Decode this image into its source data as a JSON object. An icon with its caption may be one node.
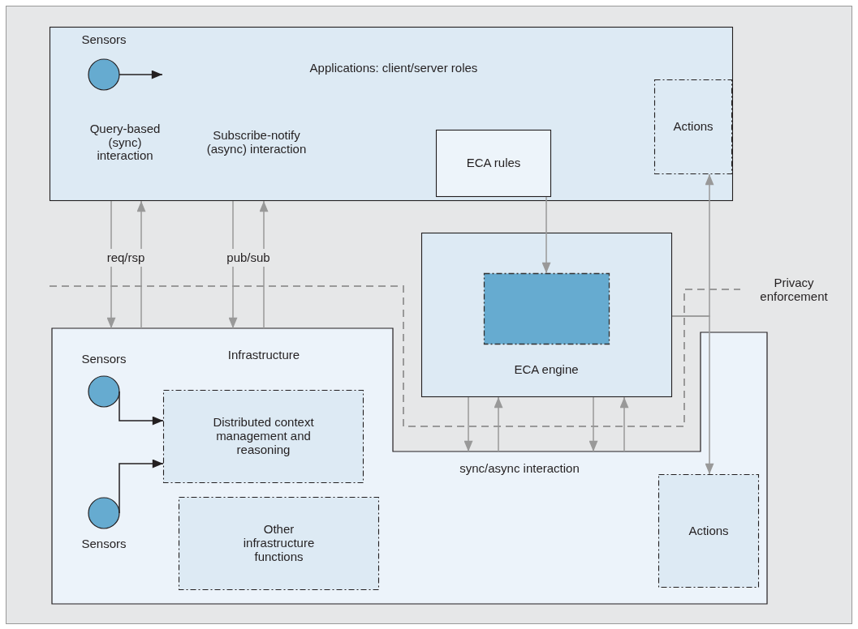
{
  "diagram": {
    "nodes": [
      {
        "text": [
          "Applications: client/server roles"
        ]
      },
      {
        "text": [],
        "shape": "circle",
        "beside": [
          "Sensors"
        ],
        "in": 0
      },
      {
        "text": [
          "ECA rules"
        ],
        "in": 0
      },
      {
        "text": [
          "Actions"
        ],
        "in": 0
      },
      {
        "text": [
          "ECA engine"
        ]
      },
      {
        "text": [],
        "shape": "box",
        "in": 4
      },
      {
        "text": [
          "Infrastructure"
        ]
      },
      {
        "text": [],
        "shape": "circle",
        "beside": [
          "Sensors"
        ],
        "in": 6
      },
      {
        "text": [
          "Distributed context management and reasoning"
        ],
        "in": 6
      },
      {
        "text": [],
        "shape": "circle",
        "beside": [
          "Sensors"
        ],
        "in": 6
      },
      {
        "text": [
          "Other infrastructure functions"
        ],
        "in": 6
      },
      {
        "text": [
          "Actions"
        ],
        "in": 6
      }
    ],
    "edges": [
      {
        "from": 1,
        "to": null,
        "arrow": "to",
        "color": "#231f20"
      },
      {
        "from": 0,
        "to": 6,
        "arrow": "to",
        "label": "req/rsp"
      },
      {
        "from": 6,
        "to": 0,
        "arrow": "to"
      },
      {
        "from": 0,
        "to": 6,
        "arrow": "to",
        "label": "pub/sub"
      },
      {
        "from": 6,
        "to": 0,
        "arrow": "to"
      },
      {
        "from": 2,
        "to": 5,
        "arrow": "to"
      },
      {
        "from": 4,
        "to": 6,
        "arrow": "to"
      },
      {
        "from": 6,
        "to": 4,
        "arrow": "to"
      },
      {
        "from": 4,
        "to": 6,
        "arrow": "to"
      },
      {
        "from": 6,
        "to": 4,
        "arrow": "to"
      },
      {
        "from": 4,
        "to": 3,
        "arrow": "to"
      },
      {
        "from": 4,
        "to": 11,
        "arrow": "to"
      },
      {
        "from": 7,
        "to": 8,
        "arrow": "to",
        "color": "#231f20"
      },
      {
        "from": 9,
        "to": 8,
        "arrow": "to",
        "color": "#231f20"
      }
    ],
    "labels": [
      "Query-based (sync) interaction",
      "Subscribe-notify (async) interaction",
      "Privacy enforcement",
      "sync/async interaction"
    ]
  }
}
